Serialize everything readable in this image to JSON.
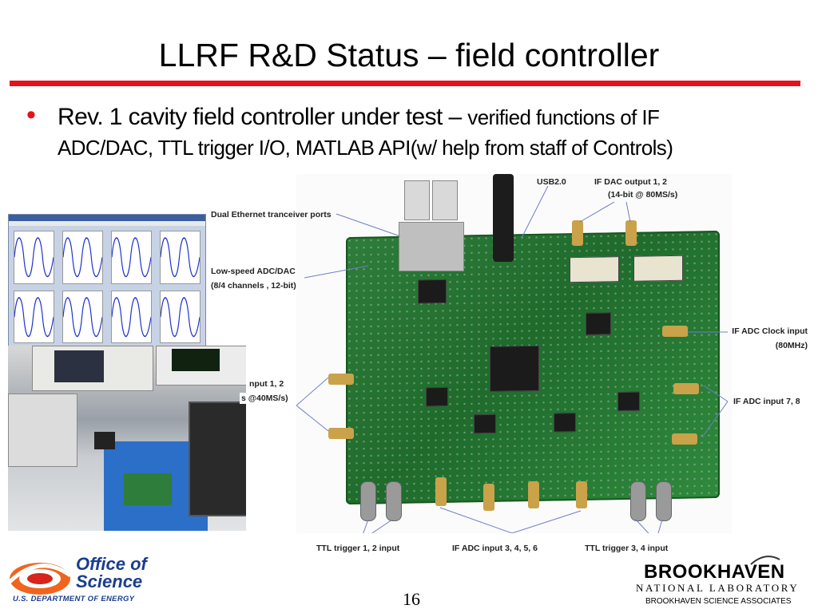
{
  "slide": {
    "title": "LLRF R&D Status – field controller",
    "bullet": {
      "main": "Rev. 1 cavity field controller under test – ",
      "detail_part1": "verified functions of IF",
      "detail_part2": "ADC/DAC, TTL trigger I/O, MATLAB API(w/ help from staff of Controls)"
    },
    "page_number": "16"
  },
  "board_labels": {
    "usb": "USB2.0",
    "if_dac_1": "IF DAC  output 1, 2",
    "if_dac_2": "(14-bit @ 80MS/s)",
    "ethernet": "Dual Ethernet tranceiver ports",
    "lowspeed_1": "Low-speed ADC/DAC",
    "lowspeed_2": "(8/4 channels ,  12-bit)",
    "clock_1": "IF ADC Clock input",
    "clock_2": "(80MHz)",
    "adc_78": "IF ADC  input 7, 8",
    "ttl_12": "TTL trigger 1, 2 input",
    "adc_3456": "IF ADC  input 3, 4, 5, 6",
    "ttl_34": "TTL trigger 3, 4 input",
    "adc_12_line1": "nput 1, 2",
    "adc_12_line2": "s @40MS/s)"
  },
  "footer": {
    "doe_title_1": "Office of",
    "doe_title_2": "Science",
    "doe_sub": "U.S. DEPARTMENT OF ENERGY",
    "bnl_name": "BROOKHAVEN",
    "bnl_lab": "NATIONAL LABORATORY",
    "bnl_assoc": "BROOKHAVEN SCIENCE ASSOCIATES"
  },
  "colors": {
    "accent_red": "#e8101a",
    "doe_blue": "#1a3d8f",
    "pcb_green": "#2e7d3a"
  }
}
